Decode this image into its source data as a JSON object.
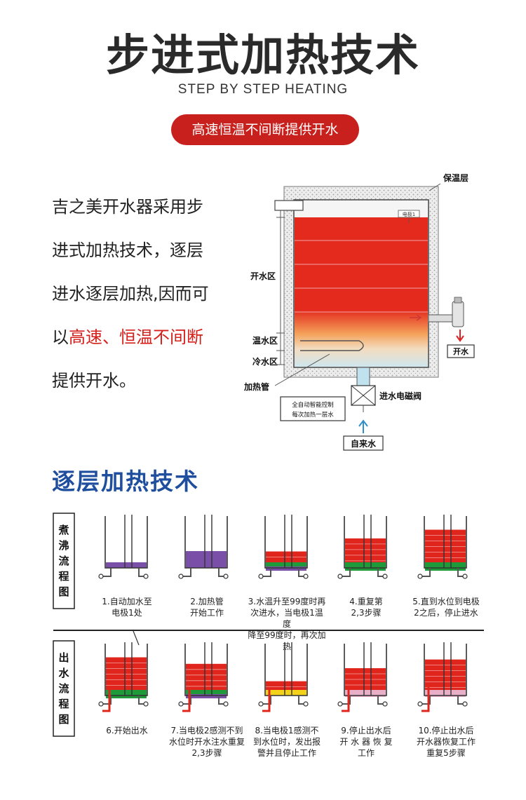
{
  "header": {
    "title": "步进式加热技术",
    "subtitle": "STEP BY STEP HEATING",
    "pill": "高速恒温不间断提供开水"
  },
  "intro": {
    "line1": "吉之美开水器采用步",
    "line2": "进式加热技术，逐层",
    "line3": "进水逐层加热,因而可",
    "line4_prefix": "以",
    "line4_highlight": "高速、恒温不间断",
    "line5": "提供开水。"
  },
  "diagram": {
    "insulation": "保温层",
    "boil_zone": "开水区",
    "warm_zone": "温水区",
    "cold_zone": "冷水区",
    "heater": "加热管",
    "control_line1": "全自动智能控制",
    "control_line2": "每次加热一层水",
    "valve": "进水电磁阀",
    "tap_water": "自来水",
    "outlet": "开水",
    "electrode_tag": "电极1"
  },
  "section": {
    "title": "逐层加热技术",
    "boil_process": "煮沸流程图",
    "outlet_process": "出水流程图"
  },
  "boil_steps": [
    {
      "line1": "1.自动加水至",
      "line2": "电极1处",
      "line3": "",
      "red": 0,
      "band": "purple",
      "mid": false
    },
    {
      "line1": "2.加热管",
      "line2": "开始工作",
      "line3": "",
      "red": 0,
      "band": "purple_tall",
      "mid": false
    },
    {
      "line1": "3.水温升至99度时再",
      "line2": "次进水，当电极1温度",
      "line3": "降至99度时，再次加热",
      "red": 0.25,
      "band": "green_purple",
      "mid": false
    },
    {
      "line1": "4.重复第",
      "line2": "2,3步骤",
      "line3": "",
      "red": 0.55,
      "band": "green",
      "mid": false
    },
    {
      "line1": "5.直到水位到电极",
      "line2": "2之后，停止进水",
      "line3": "",
      "red": 0.75,
      "band": "green",
      "mid": false
    }
  ],
  "outlet_steps": [
    {
      "line1": "6.开始出水",
      "line2": "",
      "line3": "",
      "red": 0.75,
      "band": "green",
      "mid": true
    },
    {
      "line1": "7.当电极2感测不到",
      "line2": "水位时开水注水重复",
      "line3": "2,3步骤",
      "red": 0.6,
      "band": "green_purple",
      "mid": false
    },
    {
      "line1": "8.当电极1感测不",
      "line2": "到水位时，发出报",
      "line3": "警并且停止工作",
      "red": 0.2,
      "band": "yellow",
      "mid": false
    },
    {
      "line1": "9.停止出水后",
      "line2": "开 水 器 恢 复",
      "line3": "工作",
      "red": 0.5,
      "band": "pink",
      "mid": false
    },
    {
      "line1": "10.停止出水后",
      "line2": "开水器恢复工作",
      "line3": "重复5步骤",
      "red": 0.7,
      "band": "pink",
      "mid": false
    }
  ],
  "colors": {
    "accent_red": "#c8211d",
    "title_blue": "#1e4e9d",
    "water_red": "#e0261c",
    "green": "#1f9a3a",
    "purple": "#7a4fa8",
    "yellow": "#f3d21a",
    "pink": "#e8b0c8"
  }
}
